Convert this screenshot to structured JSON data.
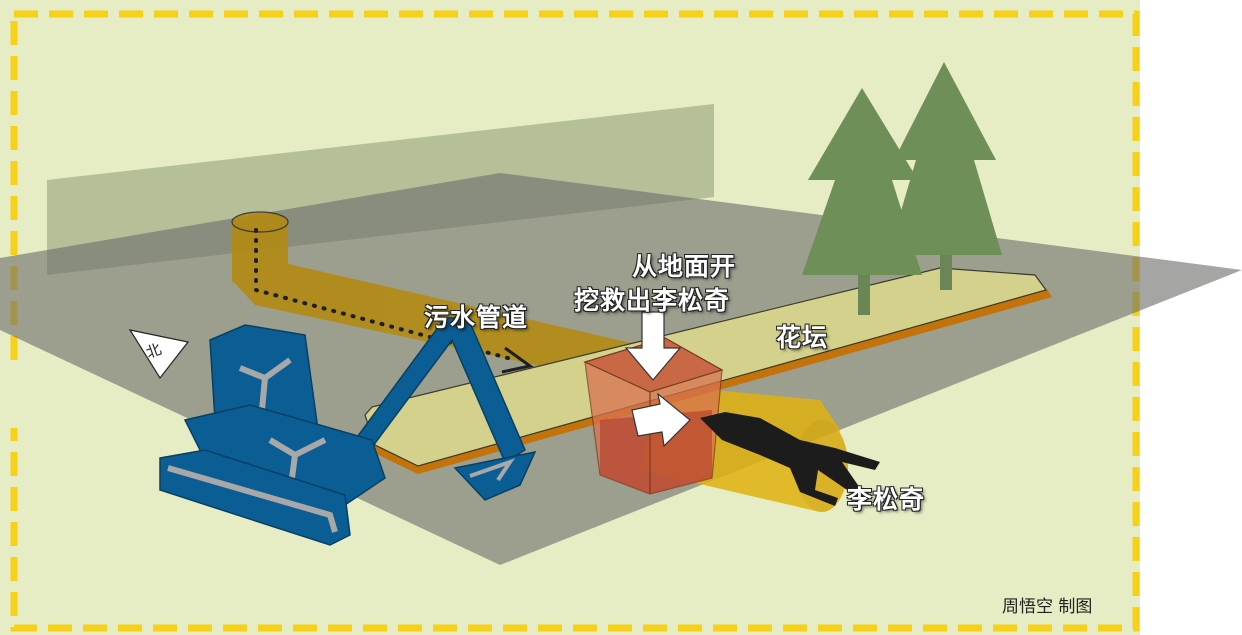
{
  "labels": {
    "dig_line1": "从地面开",
    "dig_line2": "挖救出李松奇",
    "sewer_pipe": "污水管道",
    "flower_bed": "花坛",
    "person": "李松奇",
    "north": "北"
  },
  "credit": "周悟空 制图",
  "colors": {
    "background": "#e6ecc4",
    "border_dash": "#f7d117",
    "ground_plane": "#7a7a78",
    "wall": "#8a9470",
    "pipe": "#c9a00e",
    "flower_bed": "#d1cf89",
    "flower_bed_edge": "#c77a08",
    "tree": "#6f8f58",
    "excavator": "#0b5e94",
    "pit": "#d8734f",
    "silhouette": "#1c1c1c"
  },
  "icons": [
    "compass-north-icon",
    "tree-icon",
    "excavator-icon",
    "down-arrow-icon",
    "person-silhouette-icon"
  ]
}
